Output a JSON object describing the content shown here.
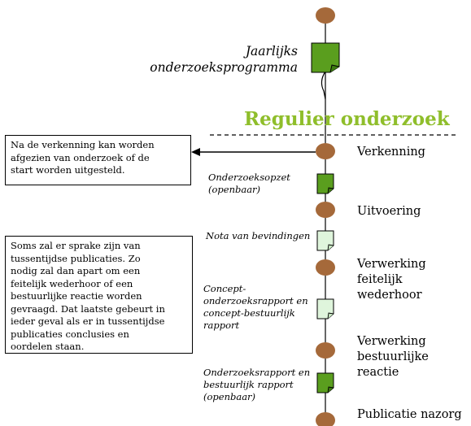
{
  "top_document": {
    "label_line1": "Jaarlijks",
    "label_line2": "onderzoeksprogramma"
  },
  "section_title": "Regulier onderzoek",
  "steps": [
    {
      "label": "Verkenning"
    },
    {
      "label": "Uitvoering"
    },
    {
      "label_line1": "Verwerking feitelijk",
      "label_line2": "wederhoor"
    },
    {
      "label_line1": "Verwerking",
      "label_line2": "bestuurlijke reactie"
    },
    {
      "label": "Publicatie nazorg"
    }
  ],
  "documents": [
    {
      "label_line1": "Onderzoeksopzet",
      "label_line2": "(openbaar)",
      "style": "filled"
    },
    {
      "label_line1": "Nota van bevindingen",
      "style": "light"
    },
    {
      "label_line1": "Concept-",
      "label_line2": "onderzoeksrapport en",
      "label_line3": "concept-bestuurlijk",
      "label_line4": "rapport",
      "style": "light"
    },
    {
      "label_line1": "Onderzoeksrapport en",
      "label_line2": "bestuurlijk rapport",
      "label_line3": "(openbaar)",
      "style": "filled"
    }
  ],
  "notes": [
    {
      "lines": [
        "Na de verkenning kan worden",
        "afgezien van onderzoek of de",
        "start worden uitgesteld."
      ]
    },
    {
      "lines": [
        "Soms zal er sprake zijn van",
        "tussentijdse publicaties. Zo",
        "nodig zal dan apart om een",
        "feitelijk wederhoor of een",
        "bestuurlijke reactie worden",
        "gevraagd. Dat laatste gebeurt in",
        "ieder geval als er in tussentijdse",
        "publicaties conclusies en",
        "oordelen staan."
      ]
    }
  ],
  "colors": {
    "node_fill": "#a5693a",
    "doc_dark": "#5a9e1e",
    "doc_light": "#dff5dc",
    "title_green": "#8fbe2b"
  }
}
